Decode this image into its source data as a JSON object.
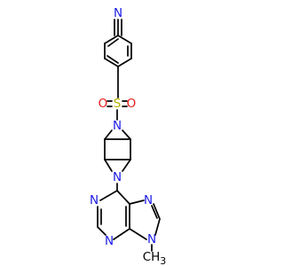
{
  "molecule": {
    "colors": {
      "bond": "#000000",
      "N": "#1a1ae6",
      "S": "#b3b300",
      "O": "#e61a1a",
      "C": "#000000"
    },
    "atoms": {
      "nitrile_n": {
        "text": "N",
        "element": "N"
      },
      "sulfur": {
        "text": "S",
        "element": "S"
      },
      "oxygen_left": {
        "text": "O",
        "element": "O"
      },
      "oxygen_right": {
        "text": "O",
        "element": "O"
      },
      "pyrrolidine_n_top": {
        "text": "N",
        "element": "N"
      },
      "pyrrolidine_n_bottom": {
        "text": "N",
        "element": "N"
      },
      "purine_n7": {
        "text": "N",
        "element": "N"
      },
      "purine_n1": {
        "text": "N",
        "element": "N"
      },
      "purine_n3": {
        "text": "N",
        "element": "N"
      },
      "purine_n9": {
        "text": "N",
        "element": "N"
      }
    },
    "substituents": {
      "methyl": {
        "text": "CH",
        "subscript": "3"
      }
    }
  }
}
